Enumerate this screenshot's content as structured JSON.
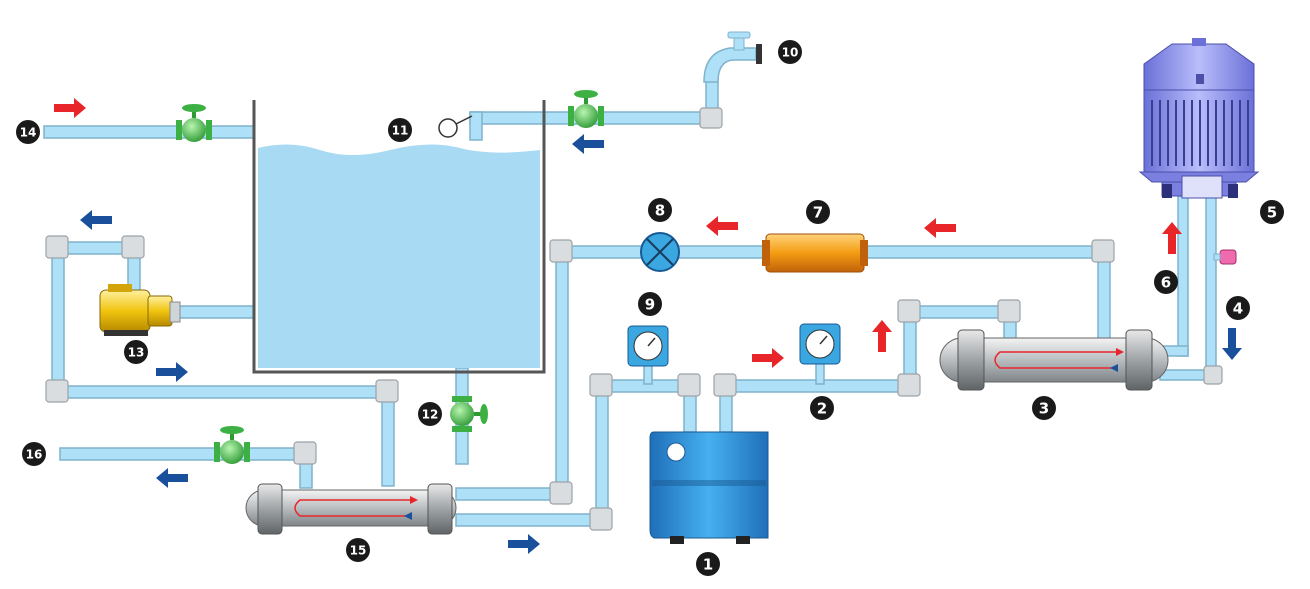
{
  "diagram": {
    "colors": {
      "pipe": "#aee0f7",
      "pipe_border": "#7fb3cc",
      "elbow": "#d9dde0",
      "water": "#a8dbf3",
      "hot_arrow": "#e8262a",
      "cold_arrow": "#1a4f9c",
      "valve_green": "#3cb043",
      "compressor_blue": "#2f8fd8",
      "heater_orange": "#f39c12",
      "motor_yellow": "#f1c40f",
      "tower_purple": "#8a8ff0"
    },
    "labels": [
      {
        "id": "c1",
        "text": "1"
      },
      {
        "id": "c2",
        "text": "2"
      },
      {
        "id": "c3",
        "text": "3"
      },
      {
        "id": "c4",
        "text": "4"
      },
      {
        "id": "c5",
        "text": "5"
      },
      {
        "id": "c6",
        "text": "6"
      },
      {
        "id": "c7",
        "text": "7"
      },
      {
        "id": "c8",
        "text": "8"
      },
      {
        "id": "c9",
        "text": "9"
      },
      {
        "id": "c10",
        "text": "10"
      },
      {
        "id": "c11",
        "text": "11"
      },
      {
        "id": "c12",
        "text": "12"
      },
      {
        "id": "c13",
        "text": "13"
      },
      {
        "id": "c14",
        "text": "14"
      },
      {
        "id": "c15",
        "text": "15"
      },
      {
        "id": "c16",
        "text": "16"
      }
    ],
    "flow_arrows": [
      {
        "name": "inlet-14",
        "color": "hot",
        "dir": "right"
      },
      {
        "name": "return-11",
        "color": "cold",
        "dir": "left"
      },
      {
        "name": "pump-top",
        "color": "cold",
        "dir": "left"
      },
      {
        "name": "pump-bottom",
        "color": "cold",
        "dir": "right"
      },
      {
        "name": "outlet-16",
        "color": "cold",
        "dir": "left"
      },
      {
        "name": "hx15-out",
        "color": "cold",
        "dir": "right"
      },
      {
        "name": "exp-8",
        "color": "hot",
        "dir": "left"
      },
      {
        "name": "dryer-7",
        "color": "hot",
        "dir": "left"
      },
      {
        "name": "comp-out-2",
        "color": "hot",
        "dir": "right"
      },
      {
        "name": "riser-cond",
        "color": "hot",
        "dir": "up"
      },
      {
        "name": "tower-up-6",
        "color": "hot",
        "dir": "up"
      },
      {
        "name": "tower-down-4",
        "color": "cold",
        "dir": "down"
      }
    ]
  }
}
